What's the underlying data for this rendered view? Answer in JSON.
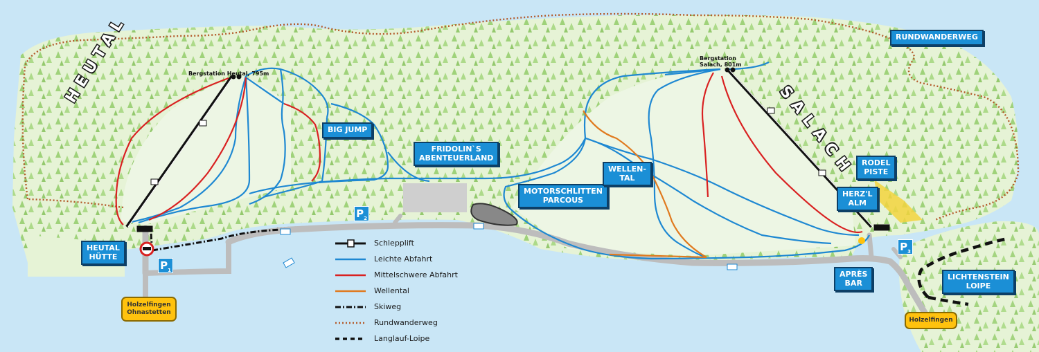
{
  "colors": {
    "water": "#c9e6f6",
    "forest": "#e6f3d6",
    "tree": "#93cc6a",
    "easy_run": "#1e88d2",
    "medium_run": "#d92121",
    "wellental": "#e07a1f",
    "ski_route": "#111111",
    "hiking_trail": "#b35a2a",
    "road": "#bdbdbd",
    "callout": "#1b8fd6",
    "sign": "#ffc20e",
    "sledge": "#f2d33e"
  },
  "regions": {
    "heutal": "HEUTAL",
    "salach": "SALACH"
  },
  "stations": {
    "heutal": "Bergstation Heutal, 795m",
    "salach": "Bergstation\nSalach, 801m"
  },
  "callouts": {
    "big_jump": "BIG JUMP",
    "fridolin": "FRIDOLIN`S\nABENTEUERLAND",
    "motorschlitten": "MOTORSCHLITTEN\nPARCOUS",
    "wellental": "WELLEN-\nTAL",
    "rundwanderweg": "RUNDWANDERWEG",
    "rodel_piste": "RODEL\nPISTE",
    "herzl_alm": "HERZ'L\nALM",
    "heutal_huette": "HEUTAL\nHÜTTE",
    "apres_bar": "APRÈS\nBAR",
    "lichtenstein_loipe": "LICHTENSTEIN\nLOIPE"
  },
  "signs": {
    "holzelfingen_ohnastetten": "Holzelfingen\nOhnastetten",
    "holzelfingen": "Holzelfingen"
  },
  "parking": [
    {
      "label": "P",
      "sub": "1"
    },
    {
      "label": "P",
      "sub": "2"
    },
    {
      "label": "P",
      "sub": "3"
    }
  ],
  "legend": [
    {
      "key": "schlepplift",
      "label": "Schlepplift"
    },
    {
      "key": "leichte",
      "label": "Leichte Abfahrt"
    },
    {
      "key": "mittelschwere",
      "label": "Mittelschwere Abfahrt"
    },
    {
      "key": "wellental",
      "label": "Wellental"
    },
    {
      "key": "skiweg",
      "label": "Skiweg"
    },
    {
      "key": "rundwanderweg",
      "label": "Rundwanderweg"
    },
    {
      "key": "langlauf",
      "label": "Langlauf-Loipe"
    }
  ]
}
